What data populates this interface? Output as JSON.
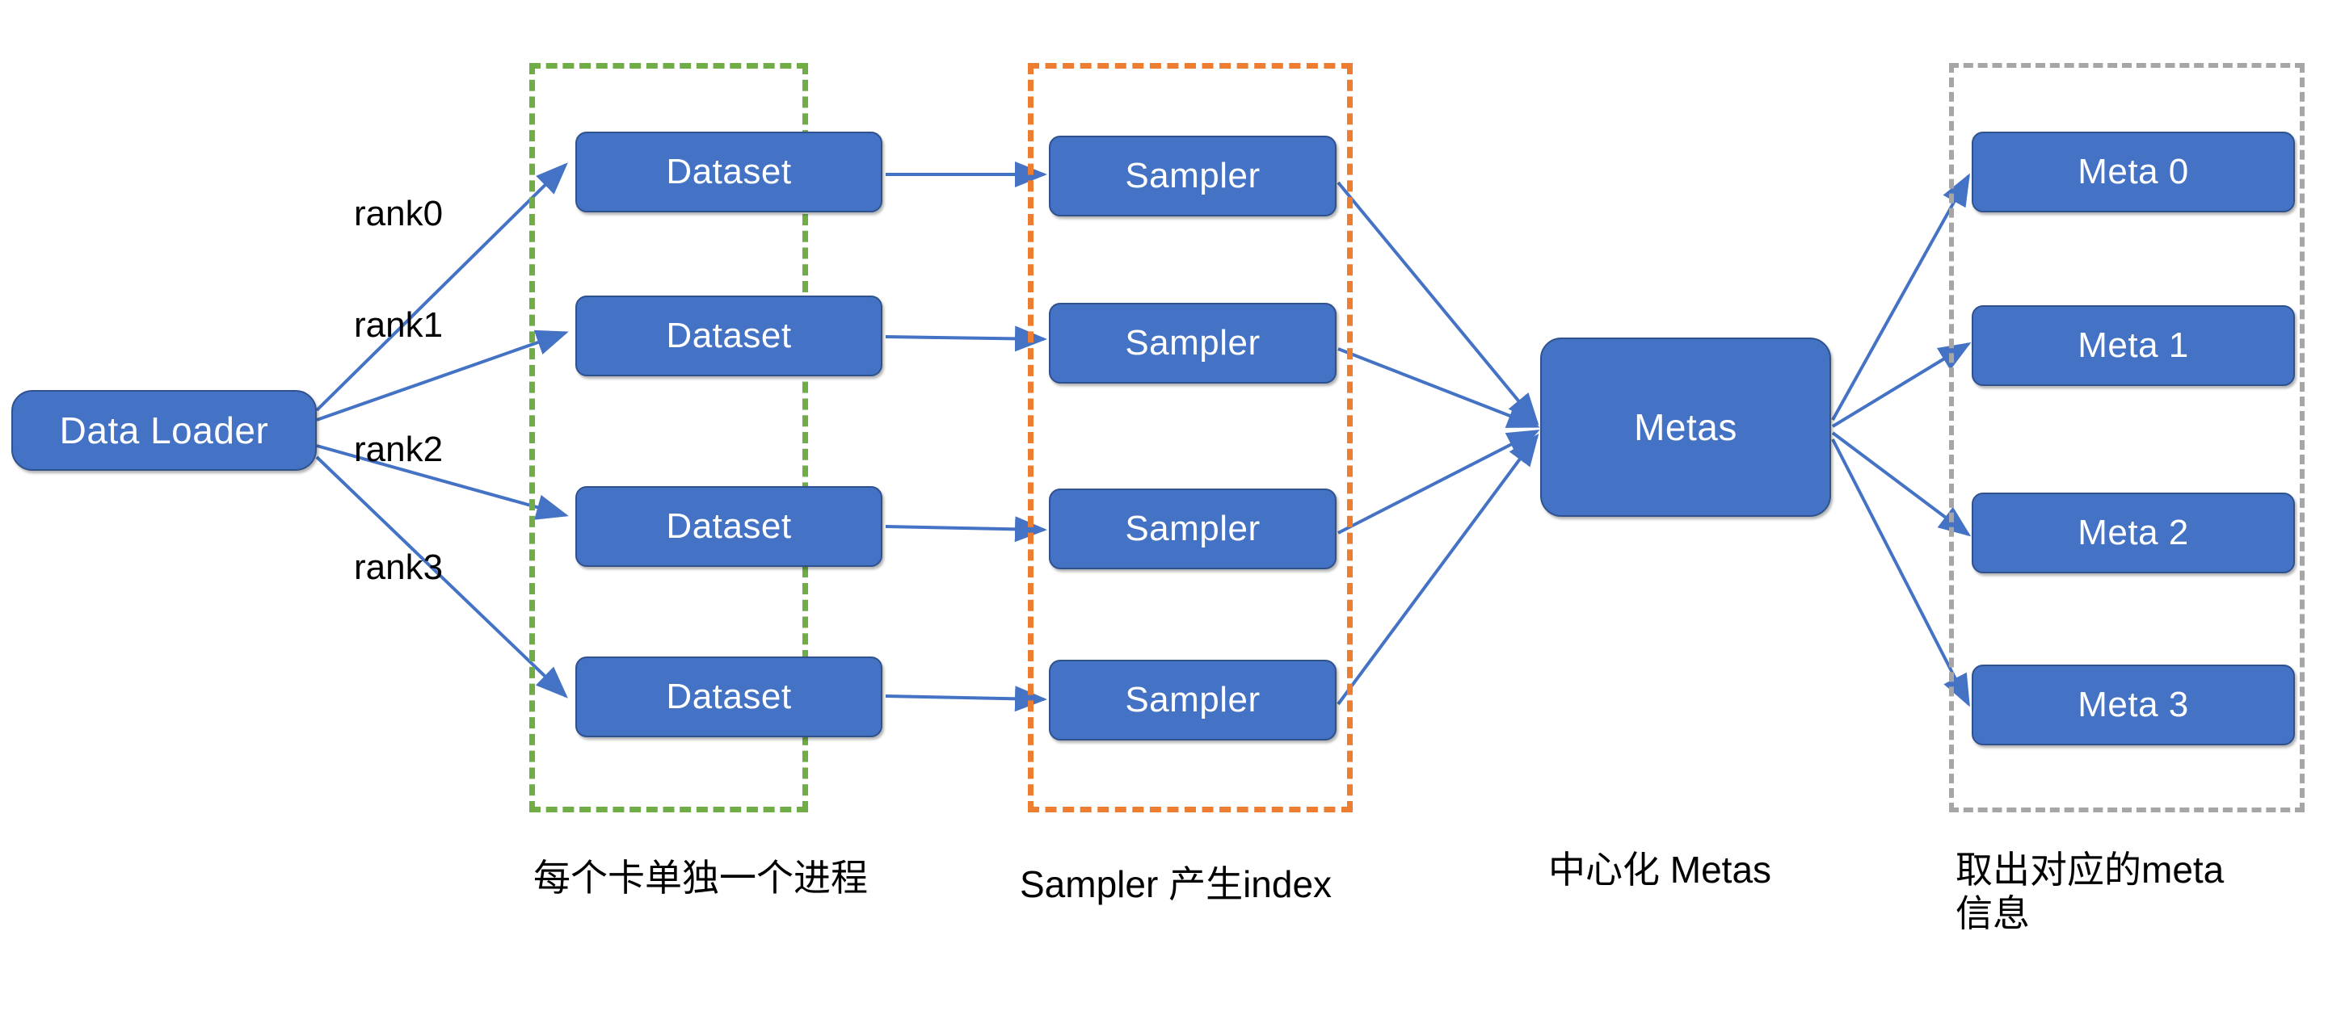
{
  "diagram": {
    "title": "Distributed DataLoader / Sampler / Metas flow",
    "colors": {
      "node_fill": "#4472C4",
      "node_border": "#2F528F",
      "node_text": "#FFFFFF",
      "arrow": "#4472C4",
      "group_green": "#70AD47",
      "group_orange": "#ED7D31",
      "group_gray": "#A6A6A6",
      "background": "#FFFFFF"
    },
    "source": {
      "label": "Data Loader"
    },
    "rank_labels": [
      {
        "label": "rank0"
      },
      {
        "label": "rank1"
      },
      {
        "label": "rank2"
      },
      {
        "label": "rank3"
      }
    ],
    "datasets": [
      {
        "label": "Dataset"
      },
      {
        "label": "Dataset"
      },
      {
        "label": "Dataset"
      },
      {
        "label": "Dataset"
      }
    ],
    "samplers": [
      {
        "label": "Sampler"
      },
      {
        "label": "Sampler"
      },
      {
        "label": "Sampler"
      },
      {
        "label": "Sampler"
      }
    ],
    "metas_hub": {
      "label": "Metas"
    },
    "metas": [
      {
        "label": "Meta 0"
      },
      {
        "label": "Meta 1"
      },
      {
        "label": "Meta 2"
      },
      {
        "label": "Meta 3"
      }
    ],
    "captions": [
      {
        "text": "每个卡单独一个进程"
      },
      {
        "text": "Sampler 产生index"
      },
      {
        "text": "中心化 Metas"
      },
      {
        "text": "取出对应的meta\n信息"
      }
    ]
  }
}
